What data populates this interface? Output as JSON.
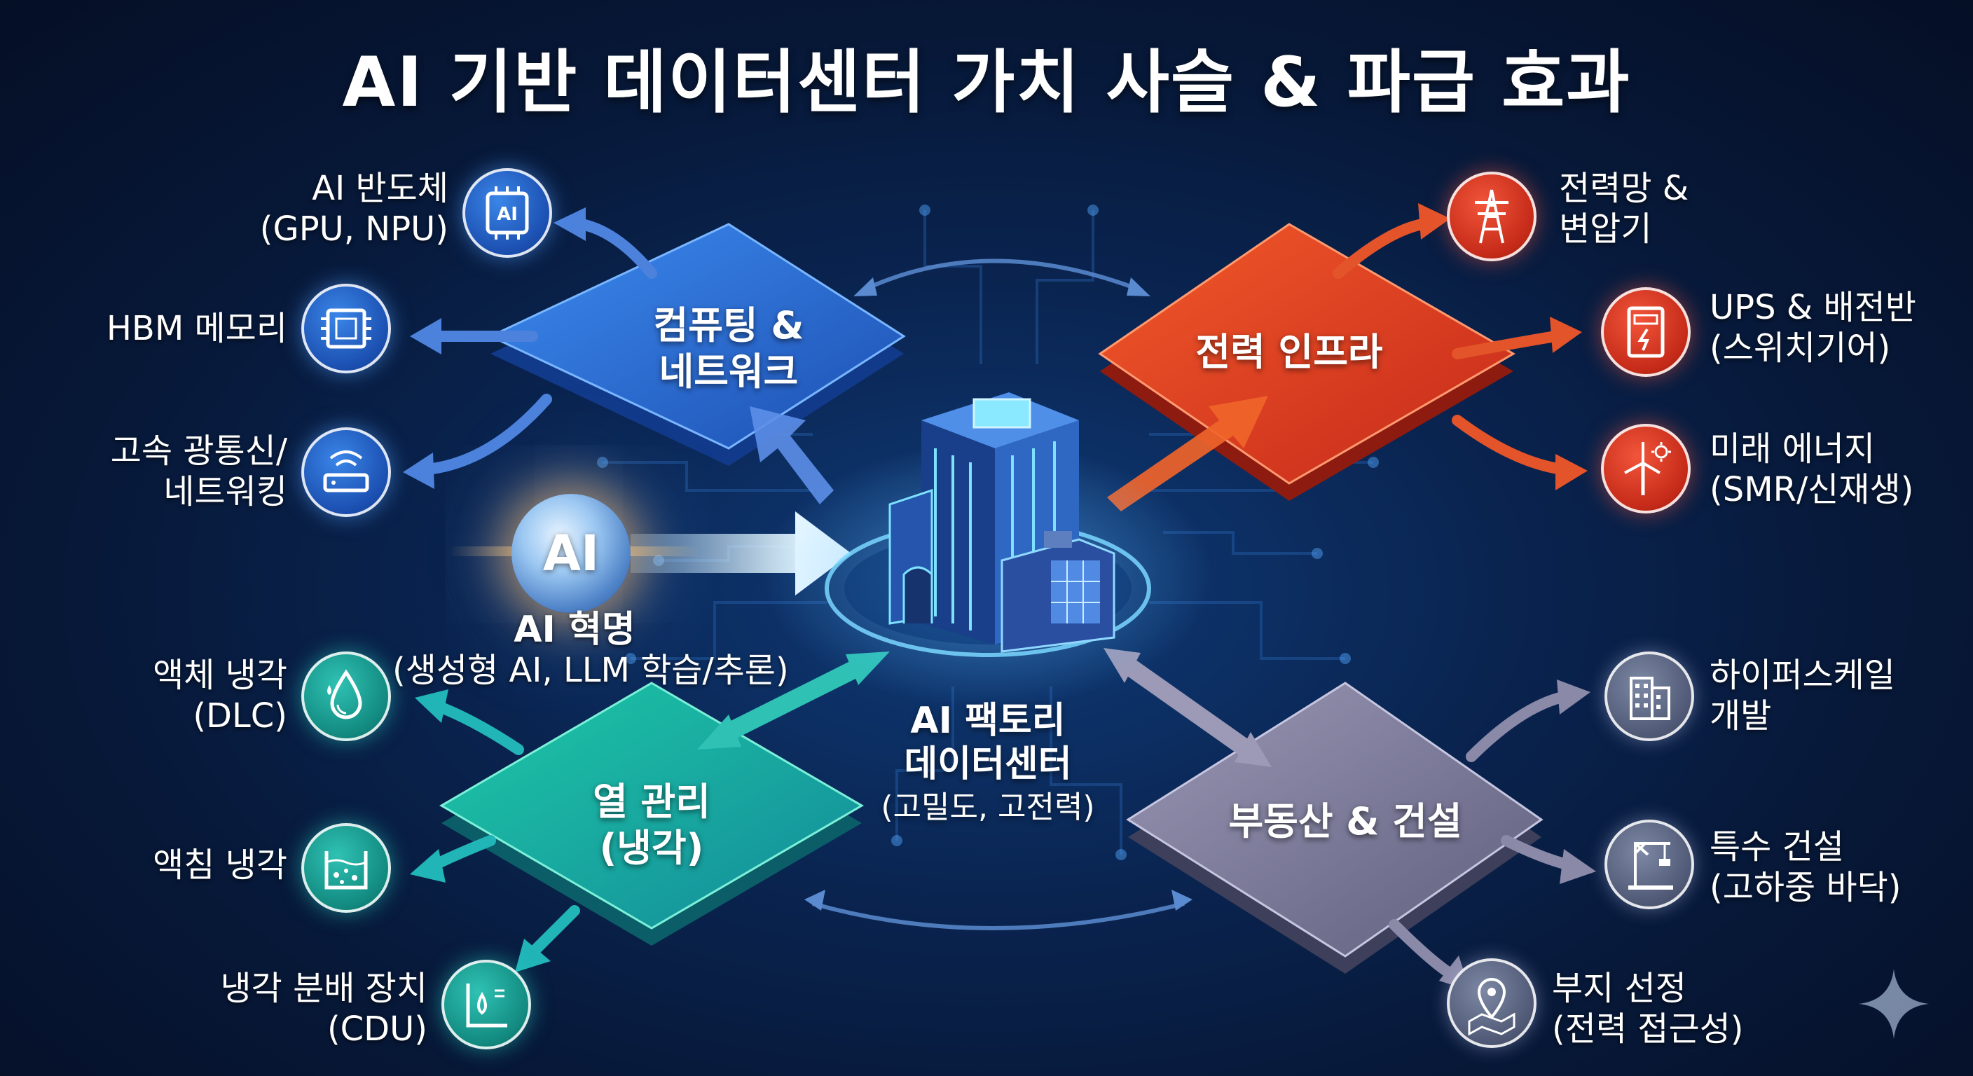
{
  "title": "AI 기반 데이터센터 가치 사슬 & 파급 효과",
  "center": {
    "line1": "AI 팩토리",
    "line2": "데이터센터",
    "sub": "(고밀도, 고전력)"
  },
  "ai_source": {
    "orb": "AI",
    "label": "AI 혁명",
    "sub": "(생성형 AI, LLM 학습/추론)"
  },
  "hubs": {
    "computing": {
      "line1": "컴퓨팅 &",
      "line2": "네트워크",
      "color": "#2a6fd6"
    },
    "power": {
      "line1": "전력 인프라",
      "color": "#e2431f"
    },
    "cooling": {
      "line1": "열 관리",
      "line2": "(냉각)",
      "color": "#15b49a"
    },
    "realestate": {
      "line1": "부동산 & 건설",
      "color": "#7d7b99"
    }
  },
  "computing_items": [
    {
      "label": "AI 반도체",
      "sub": "(GPU, NPU)",
      "icon": "ai-chip-icon"
    },
    {
      "label": "HBM 메모리",
      "sub": "",
      "icon": "memory-chip-icon"
    },
    {
      "label": "고속 광통신/",
      "sub": "네트워킹",
      "icon": "router-icon"
    }
  ],
  "power_items": [
    {
      "label": "전력망 &",
      "sub": "변압기",
      "icon": "power-tower-icon"
    },
    {
      "label": "UPS & 배전반",
      "sub": "(스위치기어)",
      "icon": "switchgear-icon"
    },
    {
      "label": "미래 에너지",
      "sub": "(SMR/신재생)",
      "icon": "wind-turbine-icon"
    }
  ],
  "cooling_items": [
    {
      "label": "액체 냉각",
      "sub": "(DLC)",
      "icon": "water-drop-icon"
    },
    {
      "label": "액침 냉각",
      "sub": "",
      "icon": "immersion-tank-icon"
    },
    {
      "label": "냉각 분배 장치",
      "sub": "(CDU)",
      "icon": "cdu-icon"
    }
  ],
  "realestate_items": [
    {
      "label": "하이퍼스케일",
      "sub": "개발",
      "icon": "building-icon"
    },
    {
      "label": "특수 건설",
      "sub": "(고하중 바닥)",
      "icon": "crane-icon"
    },
    {
      "label": "부지 선정",
      "sub": "(전력 접근성)",
      "icon": "map-pin-icon"
    }
  ]
}
